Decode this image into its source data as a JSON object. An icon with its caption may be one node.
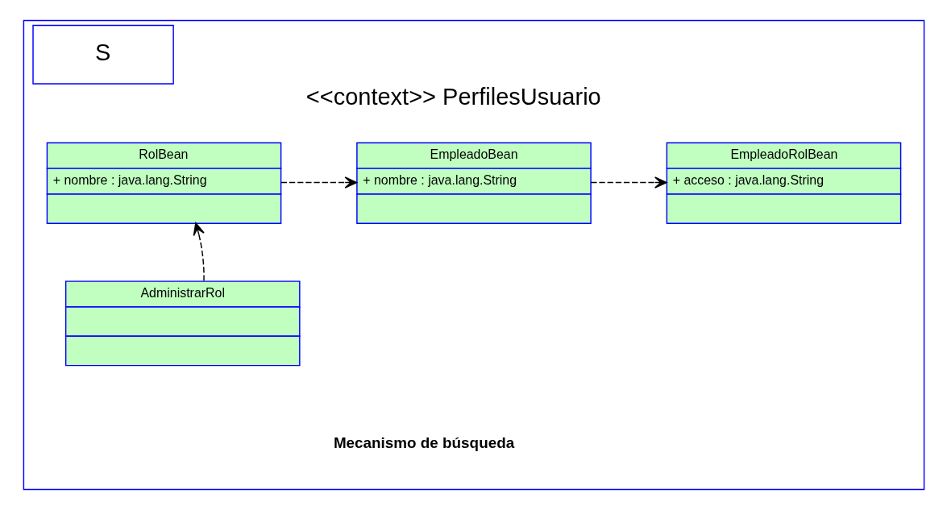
{
  "diagram": {
    "nodes": [
      {
        "text": [
          "S",
          "<<context>> PerfilesUsuario",
          "Mecanismo de búsqueda"
        ]
      },
      {
        "text": [
          "RolBean",
          "+ nombre : java.lang.String"
        ],
        "in": 0
      },
      {
        "text": [
          "EmpleadoBean",
          "+ nombre : java.lang.String"
        ],
        "in": 0
      },
      {
        "text": [
          "EmpleadoRolBean",
          "+ acceso : java.lang.String"
        ],
        "in": 0
      },
      {
        "text": [
          "AdministrarRol"
        ],
        "in": 0
      }
    ],
    "edges": [
      {
        "from": 1,
        "to": 2,
        "arrow": "to",
        "style": "dashed"
      },
      {
        "from": 2,
        "to": 3,
        "arrow": "to",
        "style": "dashed"
      },
      {
        "from": 4,
        "to": 1,
        "arrow": "to",
        "style": "dashed"
      }
    ]
  }
}
